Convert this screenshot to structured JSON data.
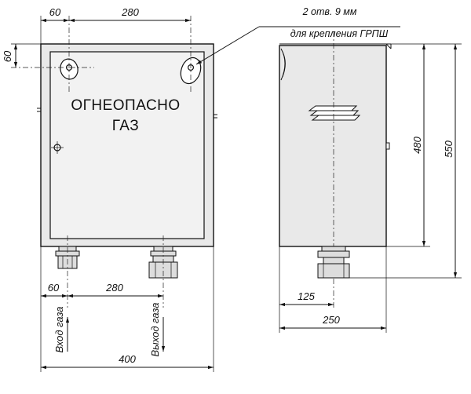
{
  "front_view": {
    "sign_line1": "ОГНЕОПАСНО",
    "sign_line2": "ГАЗ",
    "dim_top_left": "60",
    "dim_top_span": "280",
    "dim_left_vertical": "60",
    "dim_bottom_left": "60",
    "dim_bottom_span": "280",
    "dim_total_width": "400",
    "label_inlet": "Вход газа",
    "label_outlet": "Выход газа"
  },
  "callout": {
    "line1": "2 отв. 9 мм",
    "line2": "для крепления ГРПШ"
  },
  "side_view": {
    "dim_height_inner": "480",
    "dim_height_total": "550",
    "dim_half_depth": "125",
    "dim_depth": "250"
  }
}
